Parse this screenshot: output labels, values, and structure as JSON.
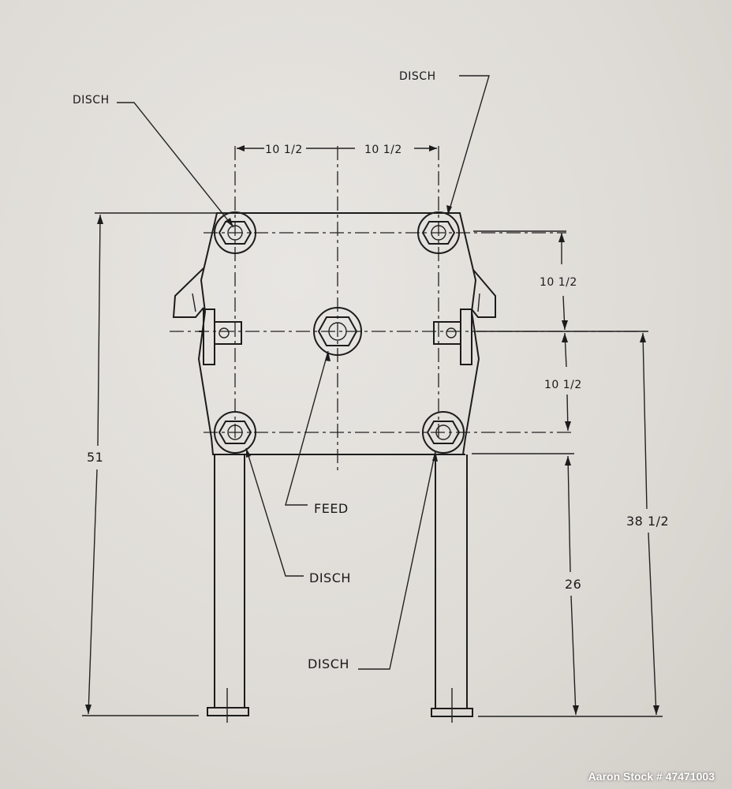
{
  "labels": {
    "disch_top_left": "DISCH",
    "disch_top_right": "DISCH",
    "feed": "FEED",
    "disch_bottom_left": "DISCH",
    "disch_bottom_right": "DISCH"
  },
  "dimensions": {
    "top_left_half": "10 1/2",
    "top_right_half": "10 1/2",
    "right_upper": "10 1/2",
    "right_lower": "10 1/2",
    "overall_height": "51",
    "to_center_height": "38 1/2",
    "leg_height": "26"
  },
  "watermark": "Aaron Stock # 47471003",
  "colors": {
    "ink": "#1c1c1c",
    "paper": "#e2dfda"
  }
}
